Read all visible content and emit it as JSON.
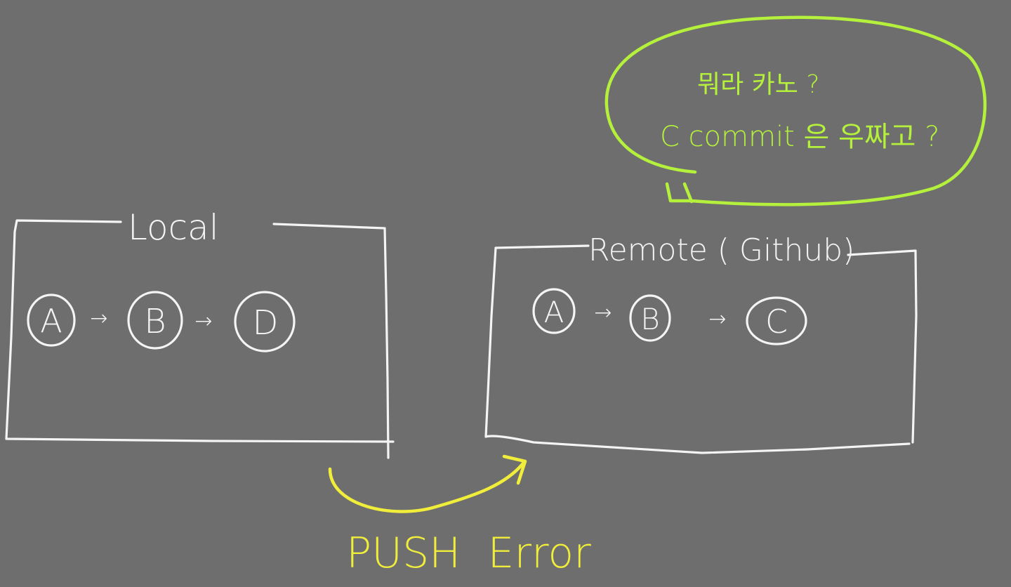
{
  "local": {
    "label": "Local",
    "commits": [
      "A",
      "B",
      "D"
    ],
    "arrows": [
      "→",
      "→"
    ]
  },
  "remote": {
    "label": "Remote ( Github)",
    "commits": [
      "A",
      "B",
      "C"
    ],
    "arrows": [
      "→",
      "→"
    ]
  },
  "speech_bubble": {
    "line1": "뭐라 카노 ?",
    "line2": "C commit 은 우짜고 ?"
  },
  "push": {
    "label": "PUSH  Error"
  },
  "colors": {
    "background": "#6e6e6e",
    "chalk_white": "#f4f4f4",
    "bubble_green": "#b4f03c",
    "push_yellow": "#f1ee3b"
  }
}
